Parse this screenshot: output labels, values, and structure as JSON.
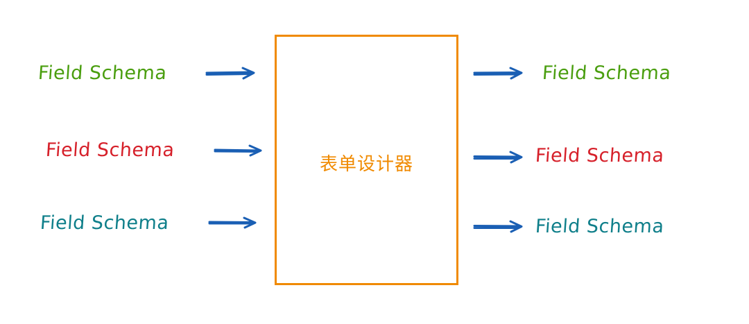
{
  "designer": {
    "title": "表单设计器",
    "border_color": "#f08a00",
    "text_color": "#f08a00"
  },
  "arrow_color": "#1a5fb4",
  "inputs": [
    {
      "label": "Field Schema",
      "color": "#4a9e0f"
    },
    {
      "label": "Field Schema",
      "color": "#d6202a"
    },
    {
      "label": "Field Schema",
      "color": "#0f7f8a"
    }
  ],
  "outputs": [
    {
      "label": "Field Schema",
      "color": "#4a9e0f"
    },
    {
      "label": "Field Schema",
      "color": "#d6202a"
    },
    {
      "label": "Field Schema",
      "color": "#0f7f8a"
    }
  ]
}
